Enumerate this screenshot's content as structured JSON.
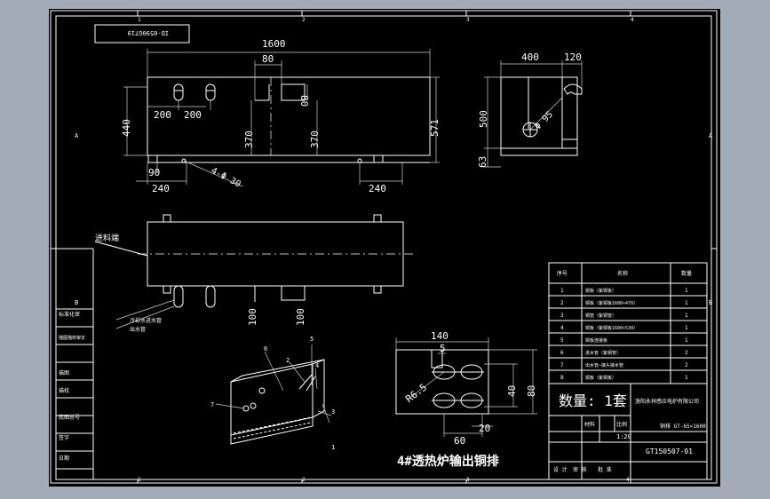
{
  "sheet": {
    "zone_numbers_top": [
      "1",
      "2",
      "3",
      "4"
    ],
    "zone_numbers_bottom": [
      "1",
      "2",
      "3",
      "4"
    ],
    "zone_letters_left": [
      "A",
      "B"
    ],
    "zone_letters_right": [
      "A",
      "B"
    ],
    "drawing_code_box": "ID-0590GT19",
    "title": "4#透热炉输出铜排"
  },
  "dimensions": {
    "length_1600": "1600",
    "gap_80_top": "80",
    "h_80": "80",
    "h_440": "440",
    "w_200_a": "200",
    "w_200_b": "200",
    "h_370_a": "370",
    "h_370_b": "370",
    "h_571": "571",
    "w_90": "90",
    "w_240_left": "240",
    "w_240_right": "240",
    "holes": "4-Φ 30",
    "side_400": "400",
    "side_120": "120",
    "side_500": "500",
    "side_phi95": "Φ 95",
    "side_63": "63",
    "pipe_100_a": "100",
    "pipe_100_b": "100",
    "plate_140": "140",
    "plate_5": "5",
    "plate_r65": "R6.5",
    "plate_40": "40",
    "plate_80": "80",
    "plate_60": "60",
    "plate_20": "20"
  },
  "labels": {
    "inlet_end": "进料端",
    "cooling_water_pipe": "冷却水进水管",
    "cooling_water_pipe_b": "出水管"
  },
  "balloons": [
    "1",
    "2",
    "3",
    "4",
    "5",
    "6",
    "7"
  ],
  "left_column": [
    "标准化审",
    "描图描校审定",
    "描图",
    "描校",
    "底图总号",
    "签字",
    "日期"
  ],
  "bom": {
    "headers": [
      "序号",
      "名称",
      "数量"
    ],
    "rows": [
      {
        "no": "1",
        "name": "铜板（紫铜板）",
        "qty": "1"
      },
      {
        "no": "2",
        "name": "铜板（紫铜板1600×470）",
        "qty": "1"
      },
      {
        "no": "3",
        "name": "铜管（紫铜管）",
        "qty": "1"
      },
      {
        "no": "4",
        "name": "铜板（紫铜板1600×530）",
        "qty": "1"
      },
      {
        "no": "5",
        "name": "铜板连接板",
        "qty": "1"
      },
      {
        "no": "6",
        "name": "进水管（紫铜管）",
        "qty": "2"
      },
      {
        "no": "7",
        "name": "出水管—接头接水管",
        "qty": "2"
      },
      {
        "no": "8",
        "name": "铜板（紫铜板）",
        "qty": "1"
      }
    ]
  },
  "title_block": {
    "quantity": "数量: 1套",
    "company": "洛阳永祥感应电炉有限公司",
    "material": "材料",
    "scale_label": "比例",
    "scale": "1:20",
    "part_name": "铜排 GT-65×1600",
    "drawing_no": "GT150507-01",
    "row_labels": [
      "设 计",
      "审 核",
      "批 准"
    ]
  }
}
